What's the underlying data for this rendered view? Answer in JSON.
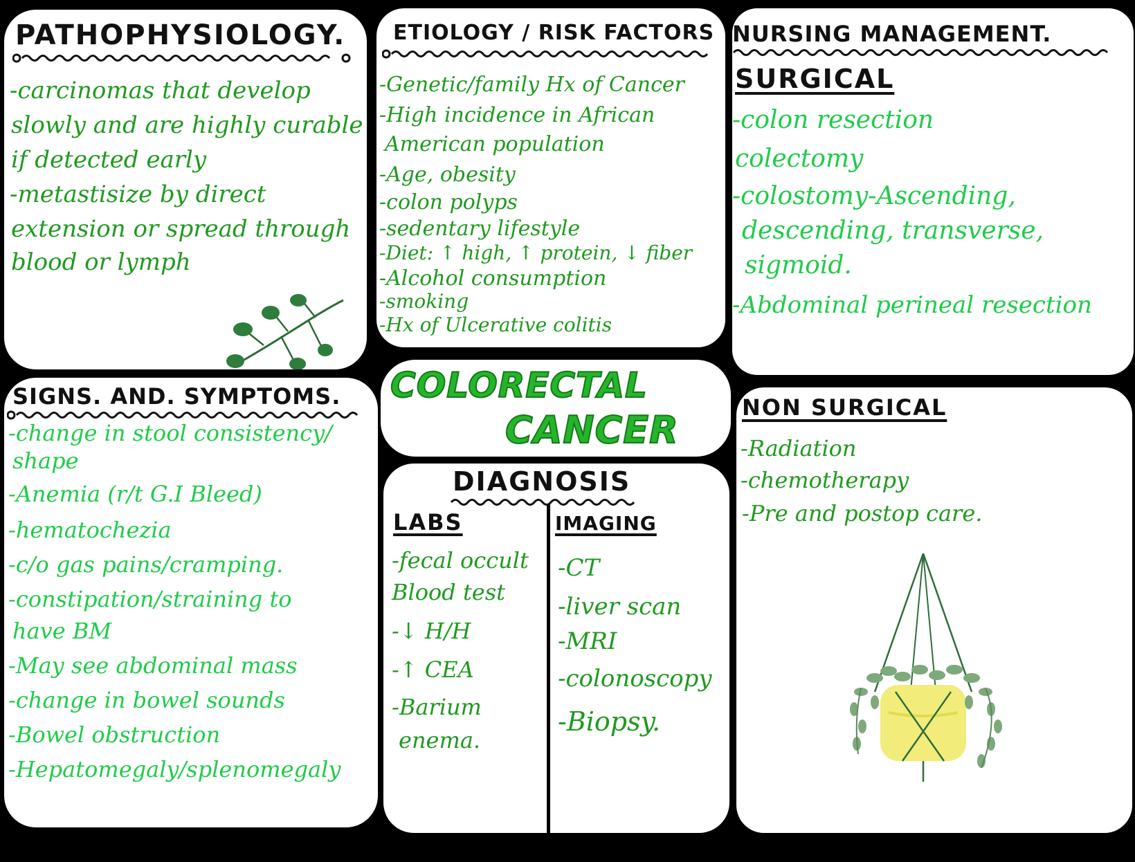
{
  "pathophysiology": {
    "heading": "PATHOPHYSIOLOGY.",
    "lines": [
      "-carcinomas that develop",
      "slowly and are highly curable",
      "if detected early",
      "-metastisize by direct",
      "extension or spread through",
      "blood or lymph"
    ]
  },
  "etiology": {
    "heading": "ETIOLOGY / RISK FACTORS",
    "lines": [
      "-Genetic/family Hx of Cancer",
      "-High incidence in African",
      "American population",
      "-Age, obesity",
      "-colon polyps",
      "-sedentary lifestyle",
      "-Diet: ↑ high, ↑ protein, ↓ fiber",
      "-Alcohol consumption",
      "-smoking",
      "-Hx of Ulcerative colitis"
    ]
  },
  "nursing": {
    "heading": "NURSING MANAGEMENT.",
    "surgical_heading": "SURGICAL",
    "surgical_lines": [
      "-colon resection",
      "colectomy",
      "-colostomy-Ascending,",
      "descending, transverse,",
      "sigmoid.",
      "-Abdominal perineal resection"
    ],
    "nonsurgical_heading": "NON SURGICAL",
    "nonsurgical_lines": [
      "-Radiation",
      "-chemotherapy",
      "-Pre and postop care."
    ]
  },
  "title": {
    "line1": "COLORECTAL",
    "line2": "CANCER"
  },
  "signs": {
    "heading": "SIGNS. AND. SYMPTOMS.",
    "lines": [
      "-change in stool consistency/",
      "shape",
      "-Anemia (r/t G.I Bleed)",
      "-hematochezia",
      "-c/o gas pains/cramping.",
      "-constipation/straining to",
      "have BM",
      "-May see abdominal mass",
      "-change in bowel sounds",
      "-Bowel obstruction",
      "-Hepatomegaly/splenomegaly"
    ]
  },
  "diagnosis": {
    "heading": "DIAGNOSIS",
    "labs_heading": "LABS",
    "labs_lines": [
      "-fecal occult",
      "Blood test",
      "-↓ H/H",
      "-↑ CEA",
      "-Barium",
      "enema."
    ],
    "imaging_heading": "IMAGING",
    "imaging_lines": [
      "-CT",
      "-liver scan",
      "-MRI",
      "-colonoscopy",
      "-Biopsy."
    ]
  },
  "colors": {
    "dark_green": "#1f9a1f",
    "light_green": "#1fcc4a",
    "ink": "#111111",
    "background": "#000000",
    "panel": "#ffffff"
  },
  "decorations": [
    "leaf-branch-icon",
    "hanging-plant-icon"
  ]
}
